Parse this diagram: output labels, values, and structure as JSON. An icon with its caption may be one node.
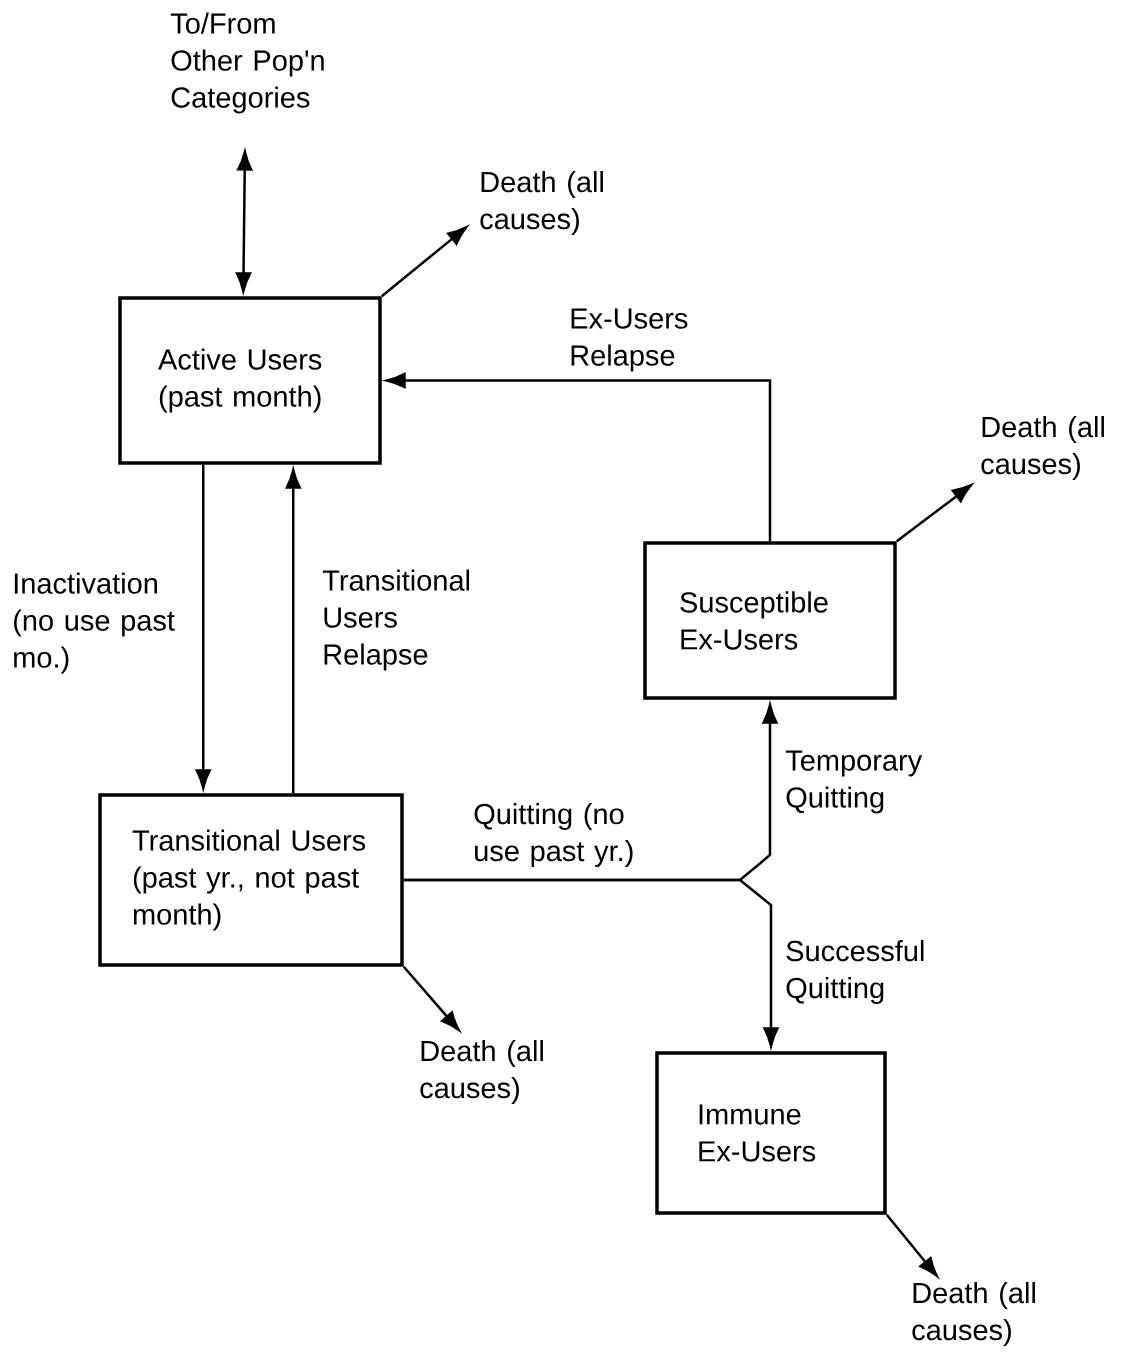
{
  "diagram": {
    "nodes": [
      {
        "text": [
          "To/From Other Pop'n Categories"
        ]
      },
      {
        "text": [
          "Active Users (past month)"
        ]
      },
      {
        "text": [
          "Death (all causes)"
        ]
      },
      {
        "text": [
          "Susceptible Ex-Users"
        ]
      },
      {
        "text": [
          "Death (all causes)"
        ]
      },
      {
        "text": [
          "Transitional Users (past yr., not past month)"
        ]
      },
      {
        "text": [
          "Death (all causes)"
        ]
      },
      {
        "text": [
          "Immune Ex-Users"
        ]
      },
      {
        "text": [
          "Death (all causes)"
        ]
      }
    ],
    "edges": [
      {
        "from": 1,
        "to": 0,
        "arrow": "both"
      },
      {
        "from": 1,
        "to": 2,
        "arrow": "to"
      },
      {
        "from": 3,
        "to": 1,
        "arrow": "to",
        "label": "Ex-Users Relapse"
      },
      {
        "from": 1,
        "to": 5,
        "arrow": "to",
        "label": "Inactivation (no use past mo.)"
      },
      {
        "from": 5,
        "to": 1,
        "arrow": "to",
        "label": "Transitional Users Relapse"
      },
      {
        "from": 3,
        "to": 4,
        "arrow": "to"
      },
      {
        "from": 5,
        "to": 3,
        "arrow": "to",
        "label": "Temporary Quitting"
      },
      {
        "from": 5,
        "to": 7,
        "arrow": "to",
        "label": "Successful Quitting"
      },
      {
        "from": 5,
        "to": 6,
        "arrow": "to"
      },
      {
        "from": 7,
        "to": 8,
        "arrow": "to"
      }
    ],
    "labels": [
      "Quitting (no use past yr.)"
    ]
  }
}
